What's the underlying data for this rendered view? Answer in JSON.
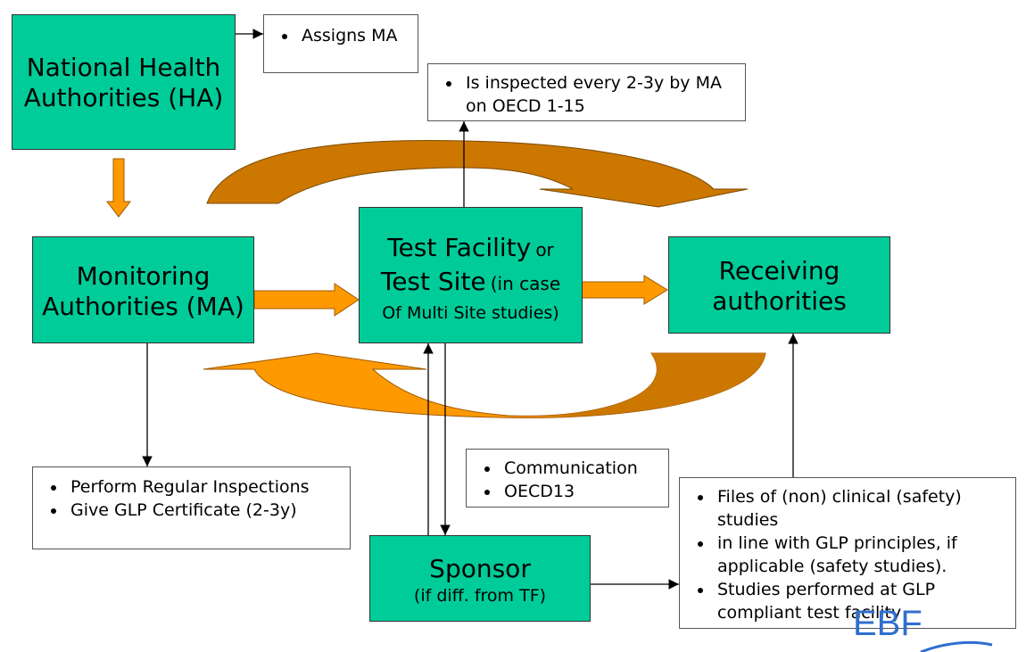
{
  "nodes": {
    "national_ha": {
      "line1": "National Health",
      "line2": "Authorities (HA)"
    },
    "monitoring": {
      "line1": "Monitoring",
      "line2": "Authorities (MA)"
    },
    "test_facility": {
      "title1": "Test Facility",
      "or": "or",
      "title2": "Test Site",
      "in_case": "(in case",
      "line3": "Of Multi Site studies)"
    },
    "receiving": {
      "line1": "Receiving",
      "line2": "authorities"
    },
    "sponsor": {
      "title": "Sponsor",
      "sub": "(if diff. from TF)"
    }
  },
  "notes": {
    "assigns": [
      "Assigns MA"
    ],
    "inspected": [
      "Is inspected every 2-3y  by MA on OECD 1-15"
    ],
    "perform": [
      "Perform Regular Inspections",
      "Give GLP Certificate (2-3y)"
    ],
    "communication": [
      "Communication",
      "OECD13"
    ],
    "files": [
      "Files of (non) clinical (safety) studies",
      "in line with GLP principles, if applicable (safety studies).",
      "Studies performed at GLP compliant test facility"
    ]
  },
  "logo": {
    "text": "EBF"
  },
  "colors": {
    "box_fill": "#00cc99",
    "arrow_orange": "#ff9900",
    "arrow_dark": "#cc7700"
  }
}
